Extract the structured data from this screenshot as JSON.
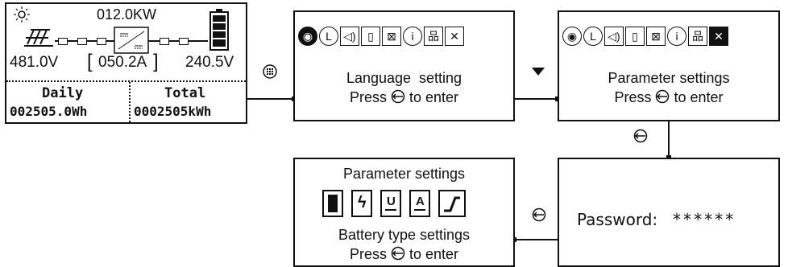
{
  "home_screen": {
    "power": "012.0KW",
    "pv_voltage": "481.0V",
    "current": "050.2A",
    "battery_voltage": "240.5V",
    "daily_label": "Daily",
    "daily_value": "002505.0Wh",
    "total_label": "Total",
    "total_value": "0002505kWh"
  },
  "language_screen": {
    "title": "Language  setting",
    "press": "Press",
    "to_enter": "to enter"
  },
  "parameter_screen": {
    "title": "Parameter settings",
    "press": "Press",
    "to_enter": "to enter"
  },
  "password_screen": {
    "label": "Password:",
    "value": "******"
  },
  "battery_screen": {
    "title": "Parameter settings",
    "subtitle": "Battery type settings",
    "press": "Press",
    "to_enter": "to enter"
  },
  "icons": {
    "menu_icons": [
      "globe-icon",
      "clock-icon",
      "speaker-icon",
      "document-icon",
      "image-icon",
      "info-icon",
      "network-icon",
      "tools-icon"
    ],
    "battery_types": [
      "battery-solid-icon",
      "battery-lightning-icon",
      "battery-u-icon",
      "battery-a-icon",
      "battery-curve-icon"
    ]
  }
}
